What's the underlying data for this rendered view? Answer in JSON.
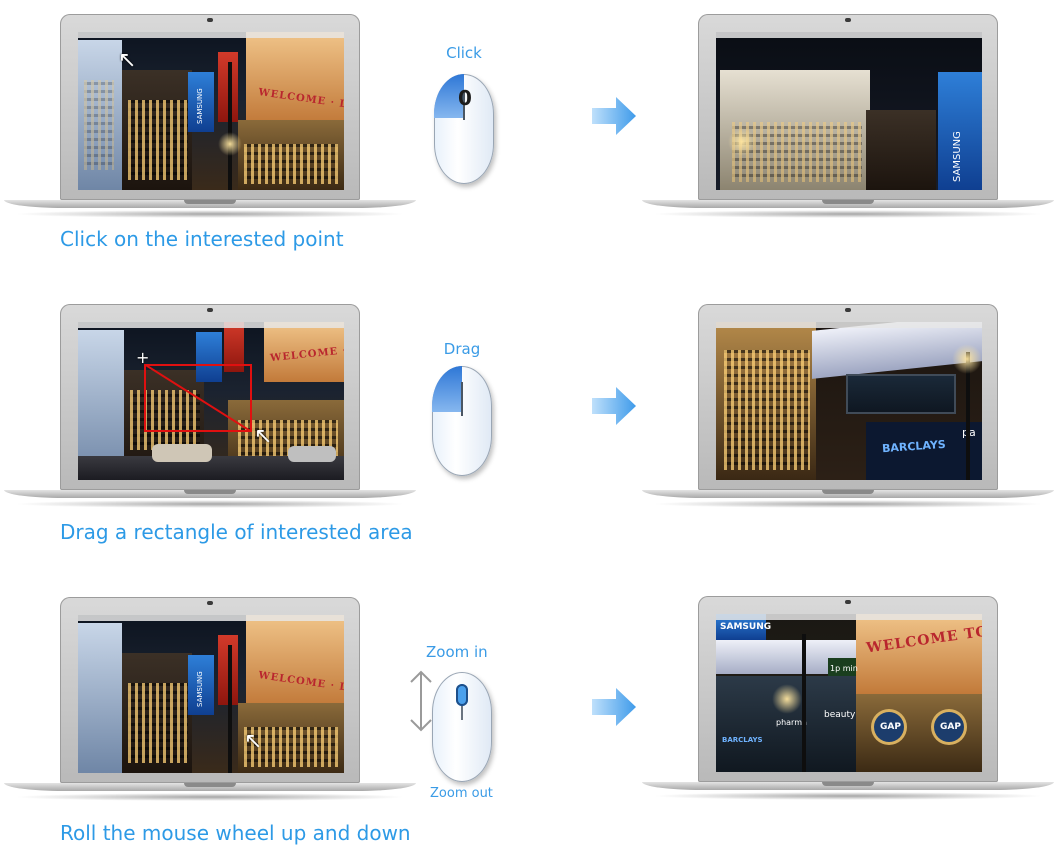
{
  "steps": [
    {
      "caption": "Click on the interested point",
      "mouse_label": "Click",
      "wheel_digit": "0"
    },
    {
      "caption": "Drag a rectangle of interested area",
      "mouse_label": "Drag"
    },
    {
      "caption": "Roll the mouse wheel up and down",
      "mouse_label_top": "Zoom in",
      "mouse_label_bottom": "Zoom out"
    }
  ],
  "scene_text": {
    "welcome": "WELCOME · LO",
    "welcome_zoom": "WELCOME TO",
    "samsung": "SAMSUNG",
    "barclays": "BARCLAYS",
    "gap": "GAP",
    "beauty": "beauty",
    "onep": "1p min",
    "pharma": "pharma",
    "pa": "pa"
  },
  "colors": {
    "caption": "#2d9ae6",
    "mouse_accent": "#2e77d6",
    "arrow": "#4aa3ef",
    "selection": "#e01010"
  },
  "icons": [
    "cursor-arrow-icon",
    "crosshair-icon",
    "right-arrow-icon",
    "vertical-double-arrow-icon",
    "mouse-icon"
  ]
}
